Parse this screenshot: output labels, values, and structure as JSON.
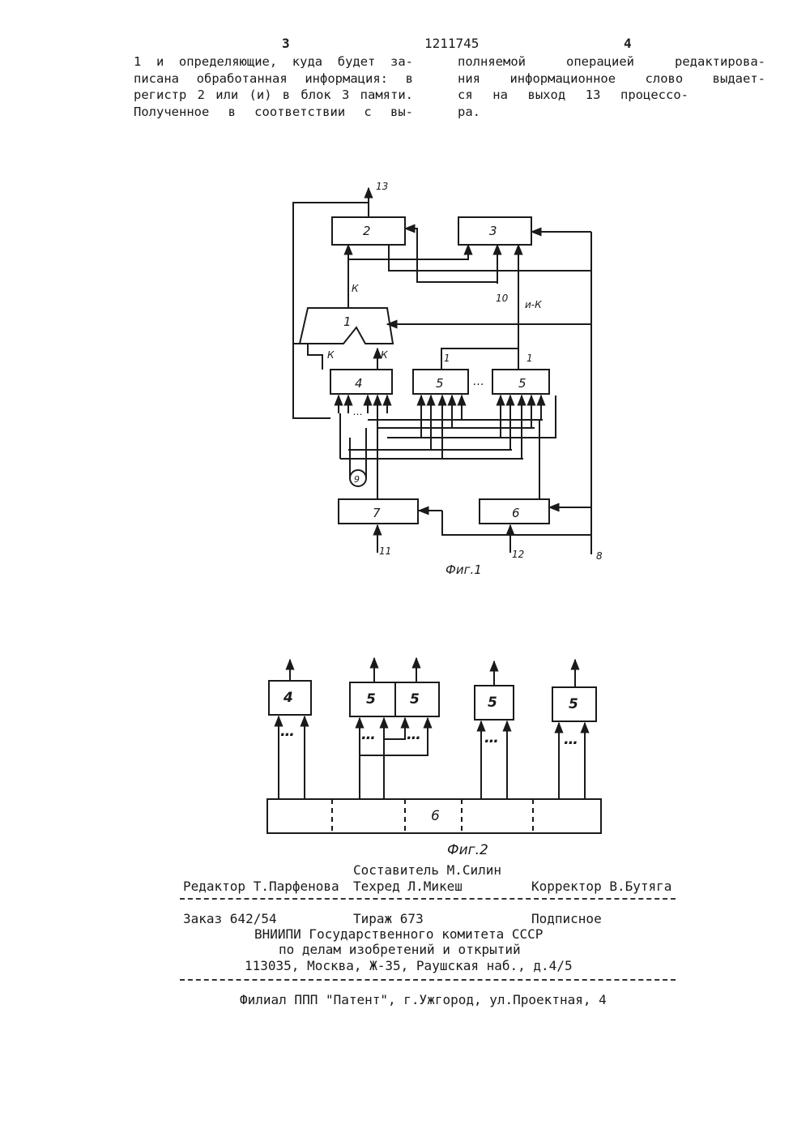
{
  "header": {
    "page_left": "3",
    "patent_number": "1211745",
    "page_right": "4"
  },
  "text": {
    "left_lines": [
      "1 и определяющие, куда будет за-",
      "писана обработанная информация: в",
      "регистр 2 или (и) в блок 3 памяти.",
      "Полученное в соответствии с вы-"
    ],
    "right_lines": [
      "полняемой операцией редактирова-",
      "ния информационное слово выдает-",
      "ся на выход 13 процессо-",
      "ра."
    ]
  },
  "fig1": {
    "caption": "Фиг.1",
    "blocks": {
      "b1": "1",
      "b2": "2",
      "b3": "3",
      "b4": "4",
      "b5a": "5",
      "b5b": "5",
      "b6": "6",
      "b7": "7",
      "b9": "9"
    },
    "terminals": {
      "t13": "13",
      "t10": "10",
      "t11": "11",
      "t12": "12",
      "t8": "8"
    },
    "labels": {
      "k1": "К",
      "k2": "К",
      "k3": "К",
      "nk": "и-К",
      "one1": "1",
      "one2": "1",
      "dots": "…"
    }
  },
  "fig2": {
    "caption": "Фиг.2",
    "blocks": [
      "4",
      "5",
      "5",
      "5",
      "5"
    ],
    "bus_label": "6"
  },
  "footer": {
    "compiler": "Составитель М.Силин",
    "editor": "Редактор Т.Парфенова",
    "techred": "Техред Л.Микеш",
    "corrector": "Корректор В.Бутяга",
    "order": "Заказ 642/54",
    "circulation": "Тираж 673",
    "subscription": "Подписное",
    "org_line1": "ВНИИПИ Государственного комитета СССР",
    "org_line2": "по делам изобретений и открытий",
    "org_line3": "113035, Москва, Ж-35, Раушская наб., д.4/5",
    "branch": "Филиал ППП \"Патент\", г.Ужгород, ул.Проектная, 4"
  }
}
